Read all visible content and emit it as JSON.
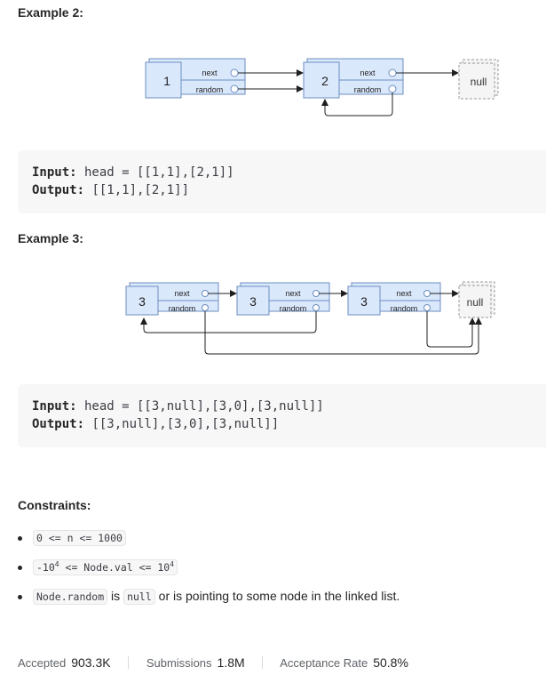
{
  "example2": {
    "title": "Example 2:",
    "nodes": [
      "1",
      "2"
    ],
    "next_label": "next",
    "random_label": "random",
    "null_label": "null",
    "input_label": "Input:",
    "input_value": " head = [[1,1],[2,1]]",
    "output_label": "Output:",
    "output_value": " [[1,1],[2,1]]"
  },
  "example3": {
    "title": "Example 3:",
    "nodes": [
      "3",
      "3",
      "3"
    ],
    "next_label": "next",
    "random_label": "random",
    "null_label": "null",
    "input_label": "Input:",
    "input_value": " head = [[3,null],[3,0],[3,null]]",
    "output_label": "Output:",
    "output_value": " [[3,null],[3,0],[3,null]]"
  },
  "constraints": {
    "title": "Constraints:",
    "item1": "0 <= n <= 1000",
    "item2_pre": "-10",
    "item2_sup1": "4",
    "item2_mid": " <= Node.val <= 10",
    "item2_sup2": "4",
    "item3_code1": "Node.random",
    "item3_text1": " is ",
    "item3_code2": "null",
    "item3_text2": " or is pointing to some node in the linked list."
  },
  "stats": {
    "accepted_label": "Accepted",
    "accepted_value": "903.3K",
    "submissions_label": "Submissions",
    "submissions_value": "1.8M",
    "rate_label": "Acceptance Rate",
    "rate_value": "50.8%"
  }
}
